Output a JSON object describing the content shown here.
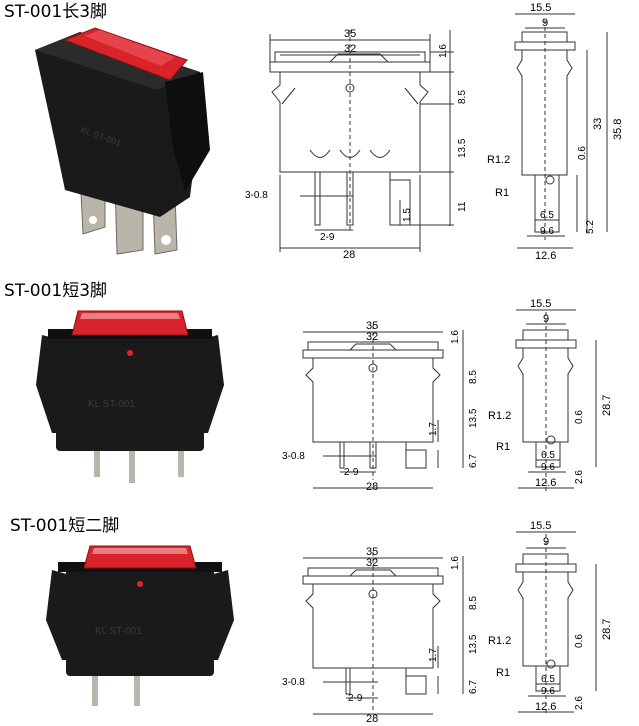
{
  "sections": [
    {
      "title": "ST-001长3脚",
      "photo": {
        "switch_marking": "KL ST-001"
      },
      "front_view": {
        "dims": [
          "35",
          "32",
          "1.6",
          "8.5",
          "13.5",
          "11",
          "1.5",
          "3-0.8",
          "2-9",
          "28"
        ]
      },
      "side_view": {
        "dims": [
          "15.5",
          "9",
          "33",
          "35.8",
          "R1.2",
          "R1",
          "0.6",
          "6.5",
          "9.6",
          "12.6",
          "5.2"
        ]
      }
    },
    {
      "title": "ST-001短3脚",
      "photo": {
        "switch_marking": "KL ST-001"
      },
      "front_view": {
        "dims": [
          "35",
          "32",
          "1.6",
          "8.5",
          "13.5",
          "1.7",
          "6.7",
          "3-0.8",
          "2-9",
          "28"
        ]
      },
      "side_view": {
        "dims": [
          "15.5",
          "9",
          "28.7",
          "R1.2",
          "R1",
          "0.6",
          "6.5",
          "9.6",
          "12.6",
          "2.6"
        ]
      }
    },
    {
      "title": "ST-001短二脚",
      "photo": {
        "switch_marking": "KL ST-001"
      },
      "front_view": {
        "dims": [
          "35",
          "32",
          "1.6",
          "8.5",
          "13.5",
          "1.7",
          "6.7",
          "3-0.8",
          "2-9",
          "28"
        ]
      },
      "side_view": {
        "dims": [
          "15.5",
          "9",
          "28.7",
          "R1.2",
          "R1",
          "0.6",
          "6.5",
          "9.6",
          "12.6",
          "2.6"
        ]
      }
    }
  ],
  "colors": {
    "rocker_red": "#d8232a",
    "housing_black": "#1a1a1a",
    "terminal_metal": "#b9b5aa",
    "line": "#333333"
  }
}
